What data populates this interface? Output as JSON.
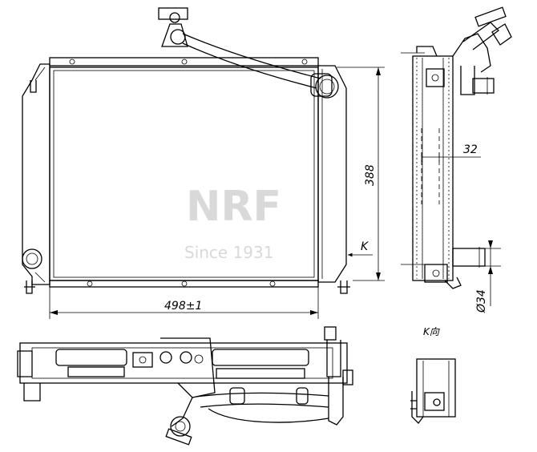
{
  "dimensions": {
    "height": "388",
    "width": "498±1",
    "core_thickness": "32",
    "pipe_diameter": "Ø34"
  },
  "labels": {
    "view_arrow": "K",
    "detail_view_title": "K向"
  },
  "watermark": {
    "line1": "NRF",
    "line2": "Since 1931"
  },
  "colors": {
    "line": "#000000",
    "background": "#ffffff",
    "watermark": "#d9d9d9"
  }
}
